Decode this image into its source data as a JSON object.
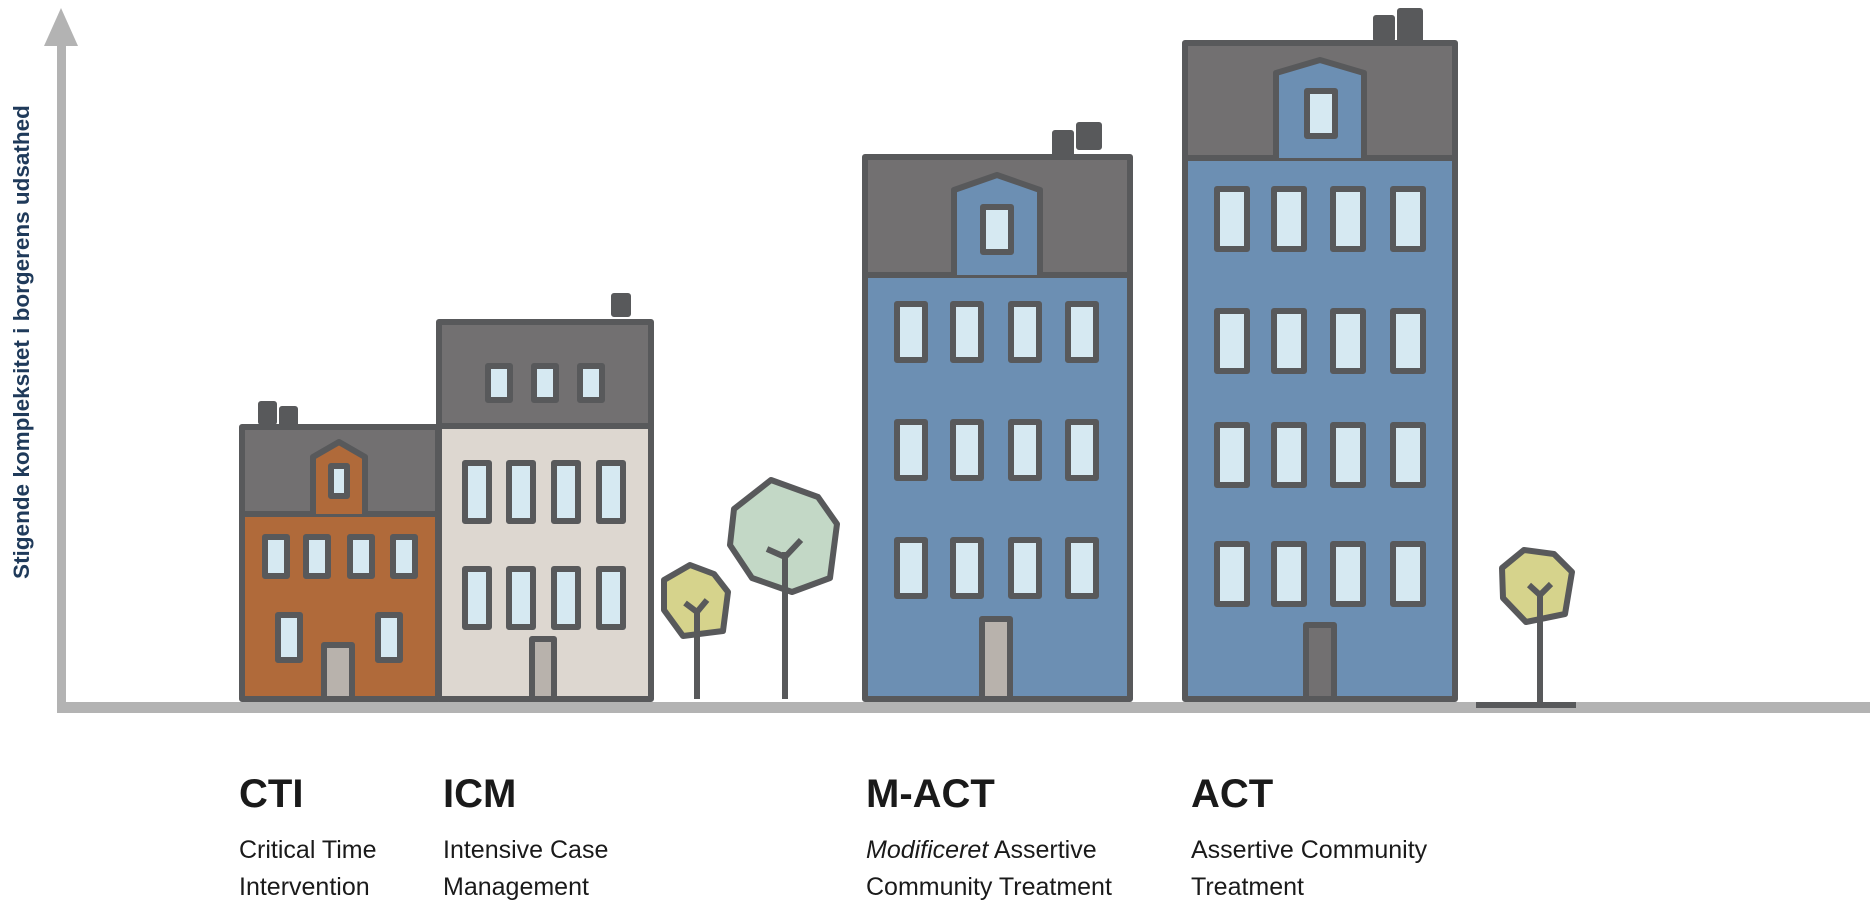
{
  "y_axis_label": "Stigende kompleksitet i borgerens udsathed",
  "levels": [
    {
      "abbr": "CTI",
      "line1": "Critical Time",
      "line2": "Intervention"
    },
    {
      "abbr": "ICM",
      "line1": "Intensive Case",
      "line2": "Management"
    },
    {
      "abbr": "M-ACT",
      "line1_italic": "Modificeret",
      "line1": " Assertive",
      "line2": "Community Treatment"
    },
    {
      "abbr": "ACT",
      "line1": "Assertive Community",
      "line2": "Treatment"
    }
  ],
  "colors": {
    "axis": "#b3b3b3",
    "roof": "#727071",
    "outline": "#58595b",
    "cti_wall": "#b06a3a",
    "icm_wall": "#ddd7d0",
    "act_wall": "#6c8fb3",
    "window": "#d6e9f2",
    "tree_yellow": "#d6d38c",
    "tree_green": "#c3d8c6",
    "label_dark": "#1f3a5a"
  }
}
